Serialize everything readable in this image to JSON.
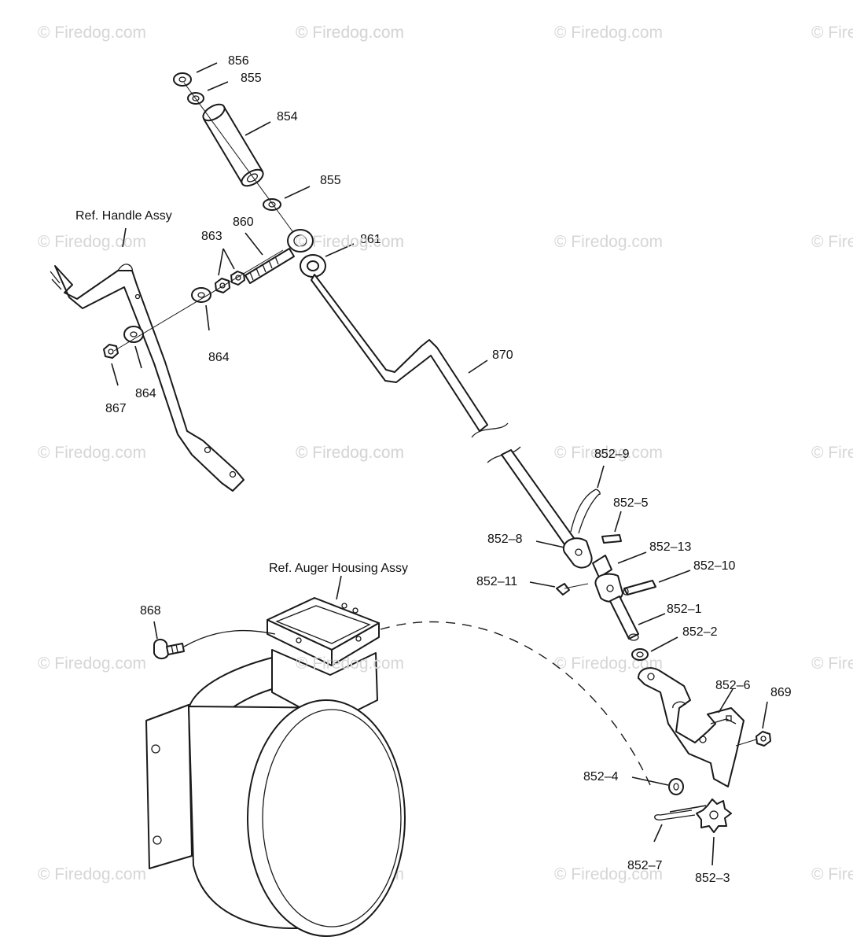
{
  "watermark": "© Firedog.com",
  "references": {
    "handle": "Ref. Handle Assy",
    "auger_housing": "Ref. Auger Housing Assy"
  },
  "callouts": {
    "p856": "856",
    "p855_top": "855",
    "p854": "854",
    "p855": "855",
    "p860": "860",
    "p863": "863",
    "p861": "861",
    "p864_a": "864",
    "p864_b": "864",
    "p867": "867",
    "p870": "870",
    "p852_9": "852–9",
    "p852_5": "852–5",
    "p852_8": "852–8",
    "p852_13": "852–13",
    "p852_10": "852–10",
    "p852_11": "852–11",
    "p852_1": "852–1",
    "p852_2": "852–2",
    "p852_6": "852–6",
    "p869": "869",
    "p868": "868",
    "p852_4": "852–4",
    "p852_7": "852–7",
    "p852_3": "852–3"
  }
}
